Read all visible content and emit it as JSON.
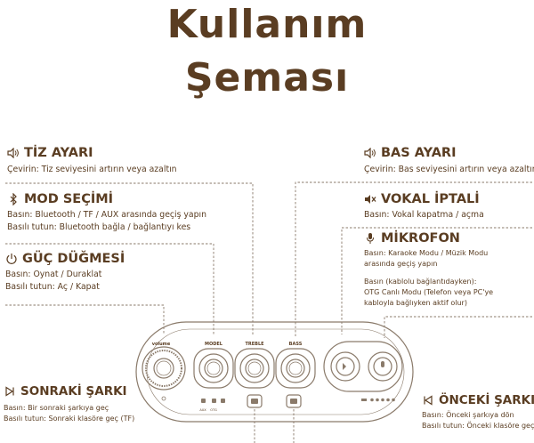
{
  "title": {
    "line1": "Kullanım",
    "line2": "Şeması"
  },
  "sections": {
    "treble": {
      "heading": "TİZ AYARI",
      "icon": "speaker-volume-icon",
      "lines": [
        "Çevirin: Tiz seviyesini artırın veya azaltın"
      ]
    },
    "bass": {
      "heading": "BAS AYARI",
      "icon": "speaker-volume-icon",
      "lines": [
        "Çevirin: Bas seviyesini artırın veya azaltın"
      ]
    },
    "mode": {
      "heading": "MOD SEÇİMİ",
      "icon": "bluetooth-icon",
      "lines": [
        "Basın: Bluetooth / TF / AUX arasında geçiş yapın",
        "Basılı tutun: Bluetooth bağla / bağlantıyı kes"
      ]
    },
    "vocal": {
      "heading": "VOKAL İPTALİ",
      "icon": "speaker-mute-icon",
      "lines": [
        "Basın: Vokal kapatma / açma"
      ]
    },
    "mic": {
      "heading": "MİKROFON",
      "icon": "microphone-icon",
      "lines": [
        "Basın: Karaoke Modu / Müzik Modu",
        "arasında geçiş yapın",
        "",
        "Basın (kablolu bağlantıdayken):",
        "OTG Canlı Modu (Telefon veya PC'ye",
        "kabloyla bağlıyken aktif olur)"
      ]
    },
    "power": {
      "heading": "GÜÇ DÜĞMESİ",
      "icon": "power-icon",
      "lines": [
        "Basın: Oynat / Duraklat",
        "Basılı tutun: Aç / Kapat"
      ]
    },
    "next": {
      "heading": "SONRAKİ ŞARKI",
      "icon": "next-track-icon",
      "lines": [
        "Basın: Bir sonraki şarkıya geç",
        "Basılı tutun: Sonraki klasöre geç (TF)"
      ]
    },
    "prev": {
      "heading": "ÖNCEKİ ŞARKI",
      "icon": "previous-track-icon",
      "lines": [
        "Basın: Önceki şarkıya dön",
        "Basılı tutun: Önceki klasöre geç (TF)"
      ]
    }
  },
  "device": {
    "knob_labels": {
      "volume": "volume",
      "model": "MODEL",
      "treble": "TREBLE",
      "bass": "BASS"
    },
    "small_labels": {
      "aux": "AUX",
      "otg": "OTG"
    }
  },
  "colors": {
    "text": "#5a3d22",
    "device": "#8a7a6a",
    "dash": "#8a7a6a"
  }
}
